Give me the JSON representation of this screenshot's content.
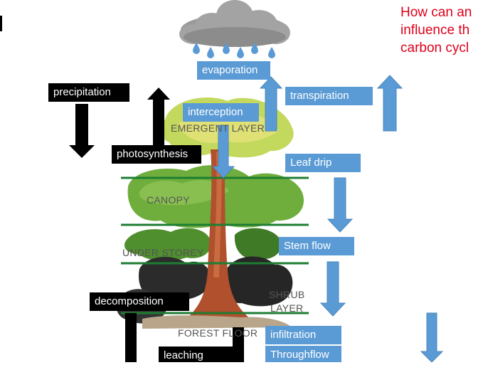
{
  "question": {
    "lines": [
      "How can an",
      "influence th",
      "carbon cycl"
    ]
  },
  "black_labels": {
    "precipitation": "precipitation",
    "photosynthesis": "photosynthesis",
    "decomposition": "decomposition",
    "leaching": "leaching"
  },
  "blue_labels": {
    "evaporation": "evaporation",
    "transpiration": "transpiration",
    "interception": "interception",
    "leaf_drip": "Leaf drip",
    "stem_flow": "Stem flow",
    "infiltration": "infiltration",
    "throughflow": "Throughflow"
  },
  "layers": {
    "emergent": "EMERGENT LAYER",
    "canopy": "CANOPY",
    "under_storey": "UNDER STOREY",
    "shrub_line1": "SHRUB",
    "shrub_line2": "LAYER",
    "forest_floor": "FOREST FLOOR"
  },
  "colors": {
    "blue": "#5b9bd5",
    "black": "#000000",
    "question_red": "#e0001b",
    "layer_line": "#1e7d32"
  }
}
